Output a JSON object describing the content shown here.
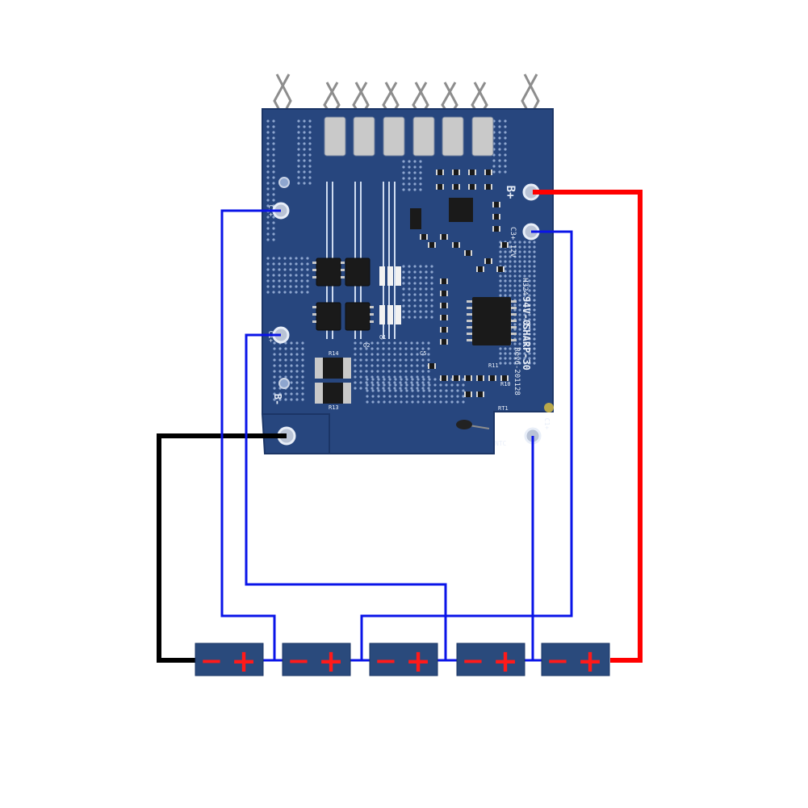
{
  "board": {
    "model": "SHARP-30",
    "revision": "Rev6-201128",
    "batch": "94V-0",
    "code": "H324",
    "pads": {
      "b_plus": "B+",
      "c3": "C3+\n12V",
      "c2": "C2+",
      "c1": "C1+",
      "ntc": "NTC",
      "b_minus": "B-"
    },
    "component_labels": {
      "r14": "R14",
      "r13": "R13",
      "rt1": "RT1",
      "q1": "Q1",
      "q2": "Q2",
      "r10": "R10",
      "c5": "C5",
      "r11": "R11"
    }
  },
  "cells": [
    {
      "minus": "−",
      "plus": "+"
    },
    {
      "minus": "−",
      "plus": "+"
    },
    {
      "minus": "−",
      "plus": "+"
    },
    {
      "minus": "−",
      "plus": "+"
    },
    {
      "minus": "−",
      "plus": "+"
    }
  ],
  "colors": {
    "board": "#27467e",
    "board_dark": "#1b3566",
    "wire_positive": "#ff0000",
    "wire_negative": "#000000",
    "wire_balance": "#0a14e8",
    "cell_fill": "#2a4a7c",
    "cell_sign": "#ff1a1a"
  }
}
